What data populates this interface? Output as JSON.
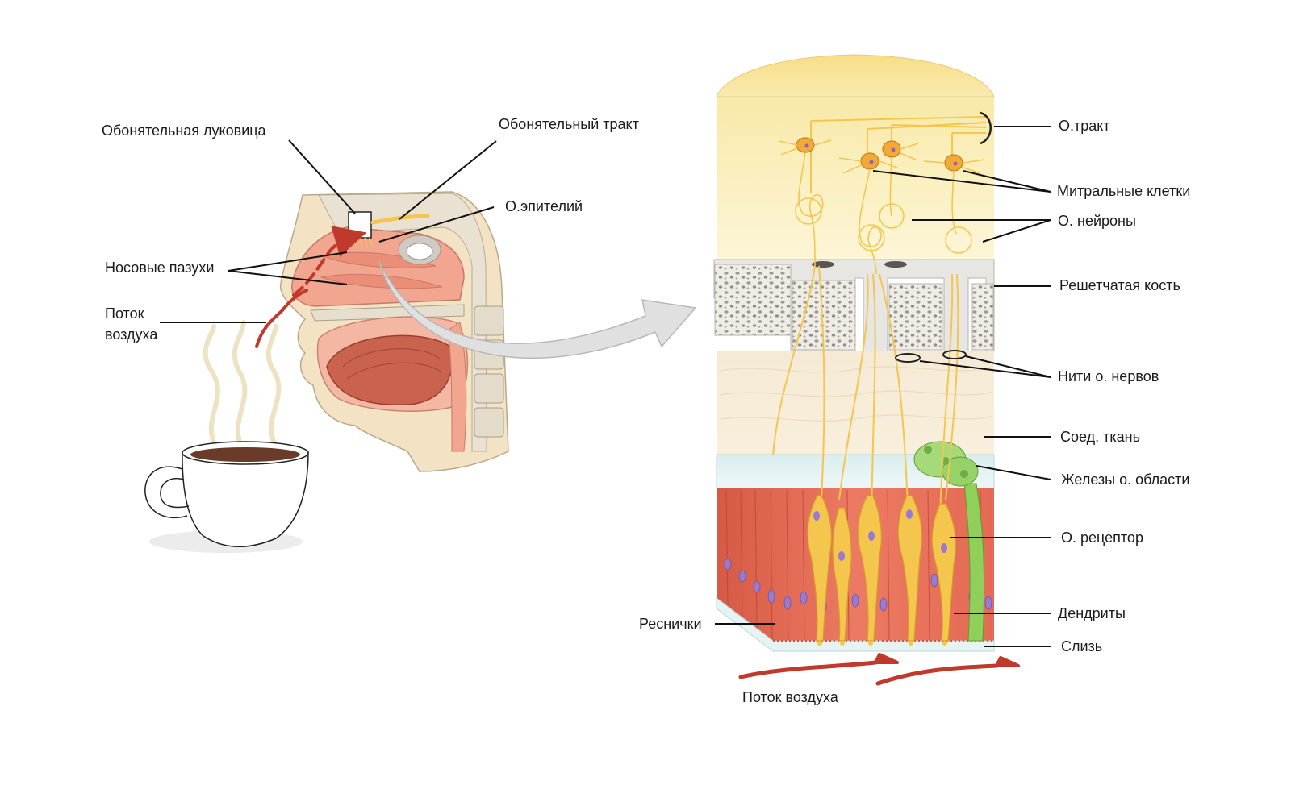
{
  "labels": {
    "olfactory_bulb": "Обонятельная луковица",
    "olfactory_tract": "Обонятельный тракт",
    "olfactory_epithelium": "О.эпителий",
    "nasal_sinuses": "Носовые пазухи",
    "airflow_left_line1": "Поток",
    "airflow_left_line2": "воздуха",
    "o_tract": "О.тракт",
    "mitral_cells": "Митральные клетки",
    "o_neurons": "О. нейроны",
    "cribriform_bone": "Решетчатая кость",
    "nerve_filaments": "Нити о. нервов",
    "connective_tissue": "Соед. ткань",
    "glands": "Железы о. области",
    "receptor": "О. рецептор",
    "dendrites": "Дендриты",
    "cilia": "Реснички",
    "mucus": "Слизь",
    "airflow_bottom": "Поток воздуха"
  },
  "colors": {
    "skin": "#f3e3c4",
    "nasal_cavity": "#f2a58f",
    "tongue": "#c9634d",
    "bone_gray": "#d6d2cc",
    "nerve_yellow": "#f4c64e",
    "neuron_orange": "#f1a93a",
    "epithelium_red": "#e8705a",
    "gland_green": "#8fcf5a",
    "nucleus_purple": "#9a7ad0",
    "arrow_red": "#c0392b",
    "arrow_gray": "#d9d9d9"
  }
}
